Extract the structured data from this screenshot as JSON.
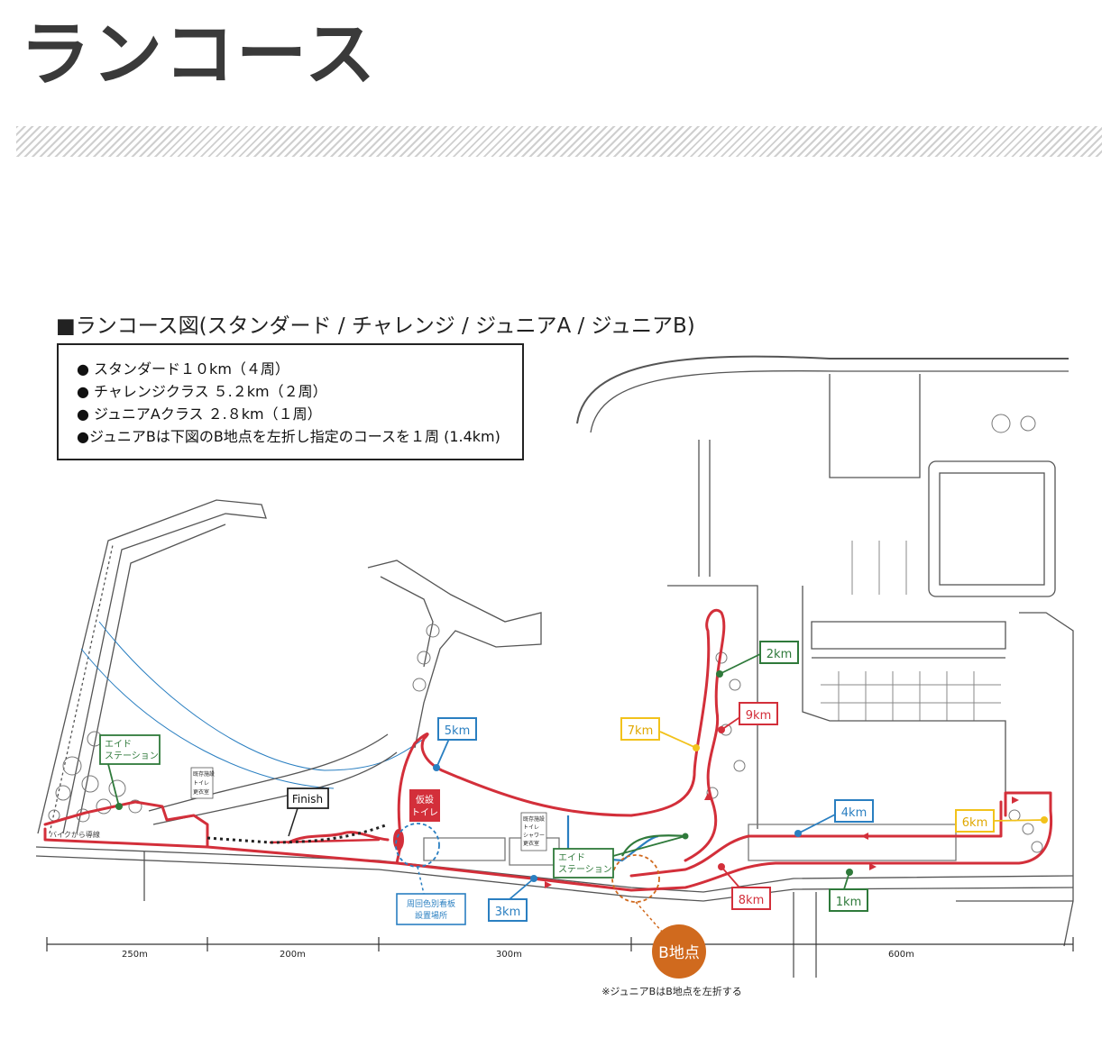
{
  "page": {
    "title": "ランコース"
  },
  "map": {
    "heading": "■ランコース図(スタンダード / チャレンジ / ジュニアA / ジュニアB)",
    "legend": [
      "● スタンダード１０km（４周）",
      "● チャレンジクラス ５.２km（２周）",
      "● ジュニアAクラス ２.８km（１周）",
      "●ジュニアBは下図のB地点を左折し指定のコースを１周 (1.4km)"
    ],
    "markers": {
      "km1": "1km",
      "km2": "2km",
      "km3": "3km",
      "km4": "4km",
      "km5": "5km",
      "km6": "6km",
      "km7": "7km",
      "km8": "8km",
      "km9": "9km"
    },
    "labels": {
      "aid_station_1": [
        "エイド",
        "ステーション"
      ],
      "aid_station_2": [
        "エイド",
        "ステーション"
      ],
      "finish": "Finish",
      "temp_toilet": [
        "仮設",
        "トイレ"
      ],
      "lap_board": [
        "周回色別看板",
        "設置場所"
      ],
      "from_bike": "バイクから導線",
      "facility_1": [
        "既存施設",
        "トイレ",
        "更衣室"
      ],
      "facility_2": [
        "既存施設",
        "トイレ",
        "シャワー",
        "更衣室"
      ],
      "b_point": "B地点",
      "b_note": "※ジュニアBはB地点を左折する"
    },
    "scale": [
      "250m",
      "200m",
      "300m",
      "600m"
    ],
    "colors": {
      "course": "#d32f3a",
      "blue": "#2a7fc1",
      "green": "#2f7a3b",
      "yellow": "#f2c21b",
      "orange": "#d06a1e"
    }
  }
}
